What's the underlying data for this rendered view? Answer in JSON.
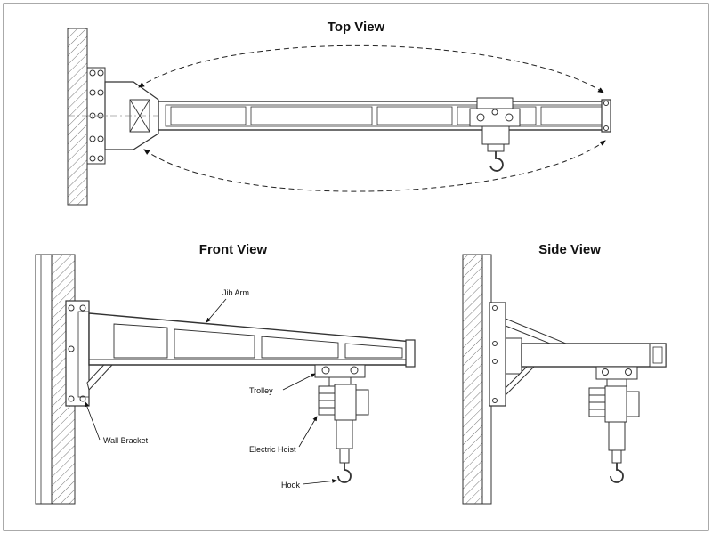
{
  "titles": {
    "top": "Top View",
    "front": "Front View",
    "side": "Side View"
  },
  "labels": {
    "jib_arm": "Jib Arm",
    "trolley": "Trolley",
    "wall_bracket": "Wall Bracket",
    "electric_hoist": "Electric Hoist",
    "hook": "Hook"
  },
  "colors": {
    "line": "#333333",
    "hatch": "#555555",
    "background": "#ffffff"
  }
}
